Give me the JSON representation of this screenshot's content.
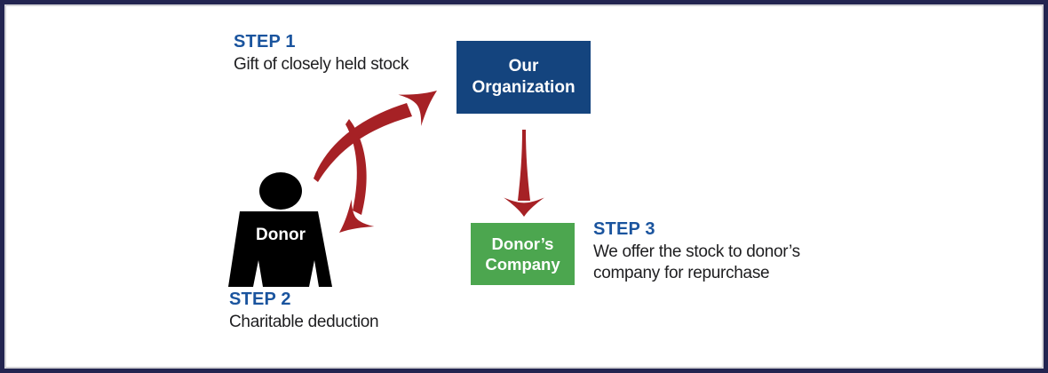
{
  "diagram": {
    "steps": [
      {
        "label": "STEP 1",
        "description": "Gift of closely held stock"
      },
      {
        "label": "STEP 2",
        "description": "Charitable deduction"
      },
      {
        "label": "STEP 3",
        "description_line1": "We offer the stock to donor’s",
        "description_line2": "company for repurchase"
      }
    ],
    "nodes": {
      "organization": {
        "line1": "Our",
        "line2": "Organization",
        "fill": "#14447E"
      },
      "company": {
        "line1": "Donor’s",
        "line2": "Company",
        "fill": "#4CA64F"
      },
      "donor": {
        "label": "Donor",
        "fill": "#000000"
      }
    },
    "colors": {
      "arrow": "#A62125",
      "step_heading": "#1A549E",
      "body_text": "#1E1E20",
      "frame_border": "#232551",
      "frame_inner_line": "#D4D4D8",
      "background": "#FFFFFF"
    }
  }
}
